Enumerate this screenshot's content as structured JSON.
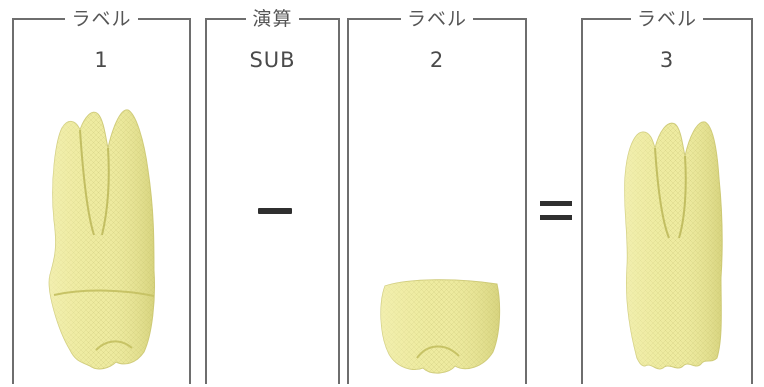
{
  "panels": [
    {
      "legend": "ラベル",
      "value": "1"
    },
    {
      "legend": "演算",
      "value": "SUB"
    },
    {
      "legend": "ラベル",
      "value": "2"
    },
    {
      "legend": "ラベル",
      "value": "3"
    }
  ],
  "operators": {
    "minus": "−",
    "equals": "="
  },
  "colors": {
    "tooth_fill": "#eeeba0",
    "tooth_shade": "#d2cf73",
    "frame": "#6e6e6e"
  },
  "icons": [
    "tooth-full-icon",
    "tooth-crown-icon",
    "tooth-result-icon",
    "minus-sign",
    "equals-sign"
  ]
}
